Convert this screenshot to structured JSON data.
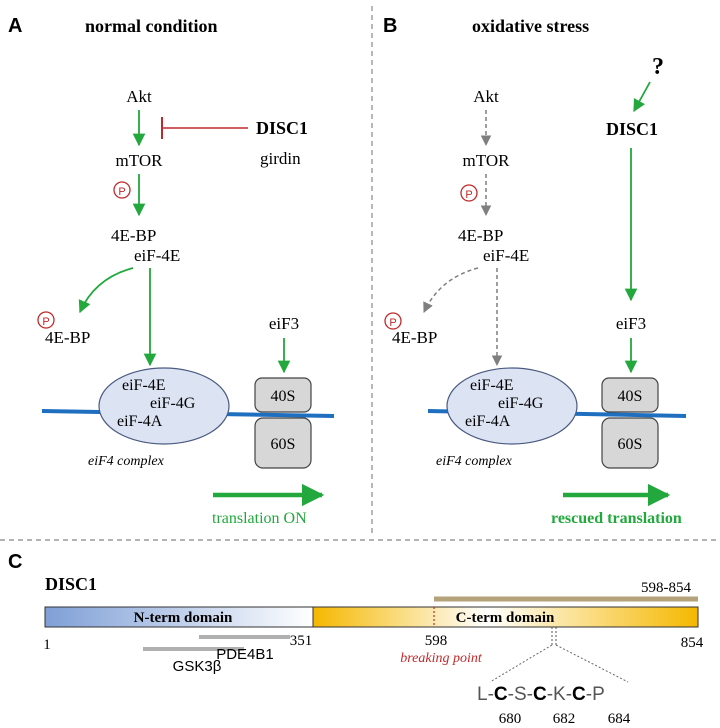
{
  "panel_a": {
    "letter": "A",
    "title": "normal condition",
    "akt": "Akt",
    "disc1": "DISC1",
    "girdin": "girdin",
    "mtor": "mTOR",
    "p_symbol": "P",
    "bp_top": "4E-BP",
    "eif4e_top": "eiF-4E",
    "bp_free": "4E-BP",
    "eif3": "eiF3",
    "oval_4e": "eiF-4E",
    "oval_4g": "eiF-4G",
    "oval_4a": "eiF-4A",
    "ribo_40s": "40S",
    "ribo_60s": "60S",
    "complex_label": "eiF4 complex",
    "status": "translation ON"
  },
  "panel_b": {
    "letter": "B",
    "title": "oxidative stress",
    "question": "?",
    "akt": "Akt",
    "disc1": "DISC1",
    "mtor": "mTOR",
    "p_symbol": "P",
    "bp_top": "4E-BP",
    "eif4e_top": "eiF-4E",
    "bp_free": "4E-BP",
    "eif3": "eiF3",
    "oval_4e": "eiF-4E",
    "oval_4g": "eiF-4G",
    "oval_4a": "eiF-4A",
    "ribo_40s": "40S",
    "ribo_60s": "60S",
    "complex_label": "eiF4 complex",
    "status": "rescued translation"
  },
  "panel_c": {
    "letter": "C",
    "protein": "DISC1",
    "nterm": "N-term domain",
    "cterm": "C-term domain",
    "range_label": "598-854",
    "pos_1": "1",
    "pos_351": "351",
    "pos_598": "598",
    "pos_854": "854",
    "gsk": "GSK3β",
    "pde": "PDE4B1",
    "breaking_point": "breaking point",
    "motif": [
      "L-",
      "C",
      "-S-",
      "C",
      "-K-",
      "C",
      "-P"
    ],
    "pos_680": "680",
    "pos_682": "682",
    "pos_684": "684"
  },
  "colors": {
    "green": "#22a83c",
    "red": "#c0292b",
    "gray_arrow": "#7f7f7f",
    "mrna_blue": "#1f6fc0",
    "oval_fill": "#dce3f3",
    "ribosome_fill": "#d7d7d7",
    "nterm_fill": "#7f9fd6",
    "cterm_fill": "#f5b800",
    "range_bar": "#b3a27a"
  }
}
